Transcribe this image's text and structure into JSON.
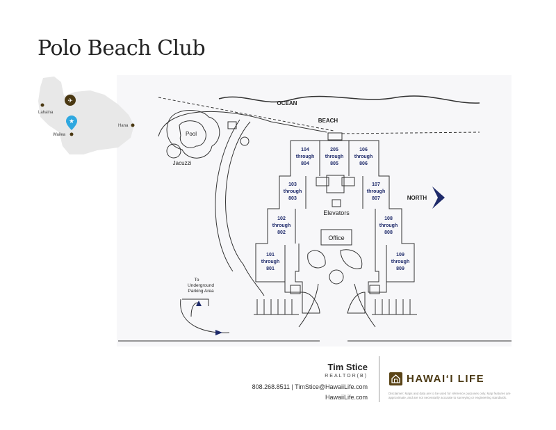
{
  "title": "Polo Beach Club",
  "locator": {
    "places": [
      "Lahaina",
      "Wailea",
      "Hana"
    ],
    "icons": [
      "airport-icon",
      "location-pin-star-icon"
    ],
    "pin_color": "#2fa8e0",
    "dot_color": "#4a3812"
  },
  "site_plan": {
    "ocean": "OCEAN",
    "beach": "BEACH",
    "pool": "Pool",
    "jacuzzi": "Jacuzzi",
    "north": "NORTH",
    "elevators": "Elevators",
    "office": "Office",
    "parking": [
      "To",
      "Underground",
      "Parking Area"
    ],
    "units": [
      {
        "a": "104",
        "b": "through",
        "c": "804"
      },
      {
        "a": "205",
        "b": "through",
        "c": "805"
      },
      {
        "a": "106",
        "b": "through",
        "c": "806"
      },
      {
        "a": "103",
        "b": "through",
        "c": "803"
      },
      {
        "a": "107",
        "b": "through",
        "c": "807"
      },
      {
        "a": "102",
        "b": "through",
        "c": "802"
      },
      {
        "a": "108",
        "b": "through",
        "c": "808"
      },
      {
        "a": "101",
        "b": "through",
        "c": "801"
      },
      {
        "a": "109",
        "b": "through",
        "c": "809"
      }
    ]
  },
  "agent": {
    "name": "Tim Stice",
    "role": "REALTOR(B)",
    "phone": "808.268.8511",
    "sep": "|",
    "email": "TimStice@HawaiiLife.com",
    "website": "HawaiiLife.com"
  },
  "brand": {
    "name": "HAWAI‘I LIFE",
    "color": "#5a4417"
  },
  "disclaimer": "Disclaimer: Maps and data are to be used for reference purposes only. Map features are approximate, and are not necessarily accurate to surveying or engineering standards."
}
